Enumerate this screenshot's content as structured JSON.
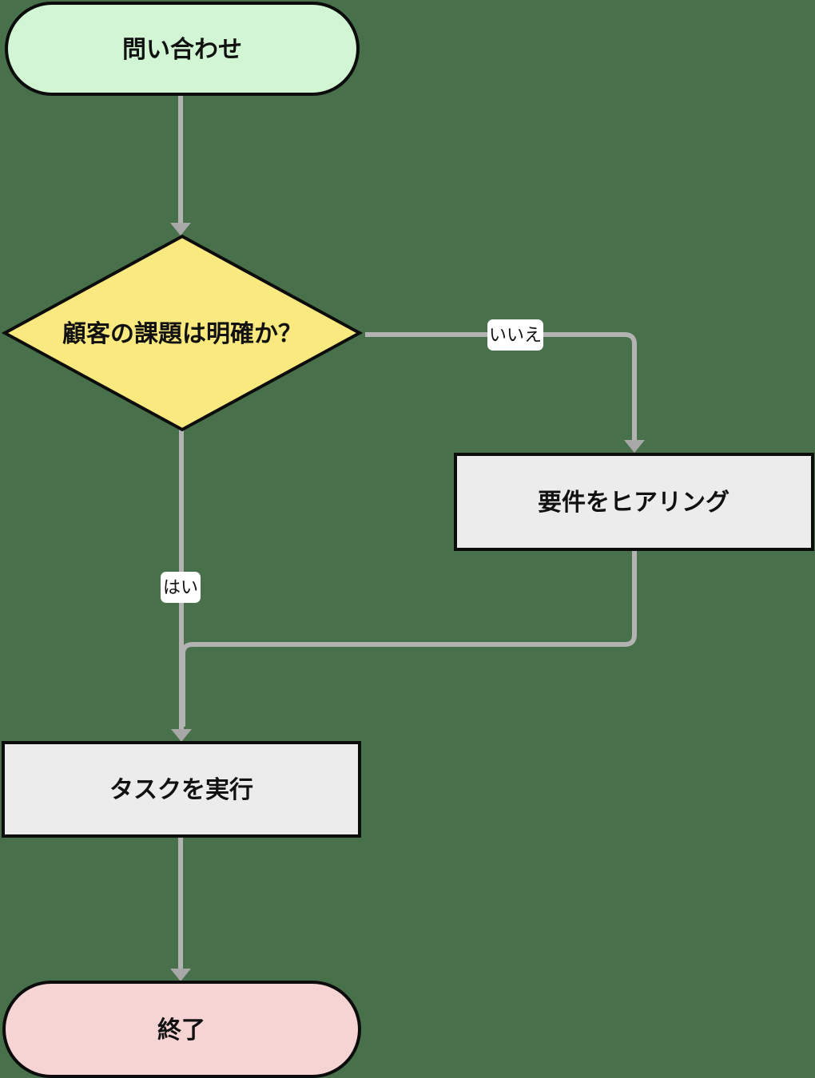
{
  "diagram": {
    "type": "flowchart",
    "direction": "top-down",
    "colors": {
      "background": "#48704a",
      "edge_line": "#b3b3b3",
      "arrowhead": "#a8a8a8",
      "node_border": "#0c0c0c",
      "text": "#111111",
      "edge_label_bg": "#ffffff",
      "start_fill": "#d2f6d3",
      "decision_fill": "#fae97e",
      "process_fill": "#ececec",
      "end_fill": "#f6d4d4"
    },
    "nodes": {
      "start": {
        "label": "問い合わせ",
        "shape": "stadium"
      },
      "decision": {
        "label": "顧客の課題は明確か？",
        "shape": "diamond"
      },
      "hearing": {
        "label": "要件をヒアリング",
        "shape": "rectangle"
      },
      "task": {
        "label": "タスクを実行",
        "shape": "rectangle"
      },
      "end": {
        "label": "終了",
        "shape": "stadium"
      }
    },
    "edges": [
      {
        "from": "start",
        "to": "decision",
        "label": ""
      },
      {
        "from": "decision",
        "to": "hearing",
        "label": "いいえ"
      },
      {
        "from": "decision",
        "to": "task",
        "label": "はい"
      },
      {
        "from": "hearing",
        "to": "task",
        "label": ""
      },
      {
        "from": "task",
        "to": "end",
        "label": ""
      }
    ],
    "edge_labels": {
      "no": "いいえ",
      "yes": "はい"
    }
  }
}
